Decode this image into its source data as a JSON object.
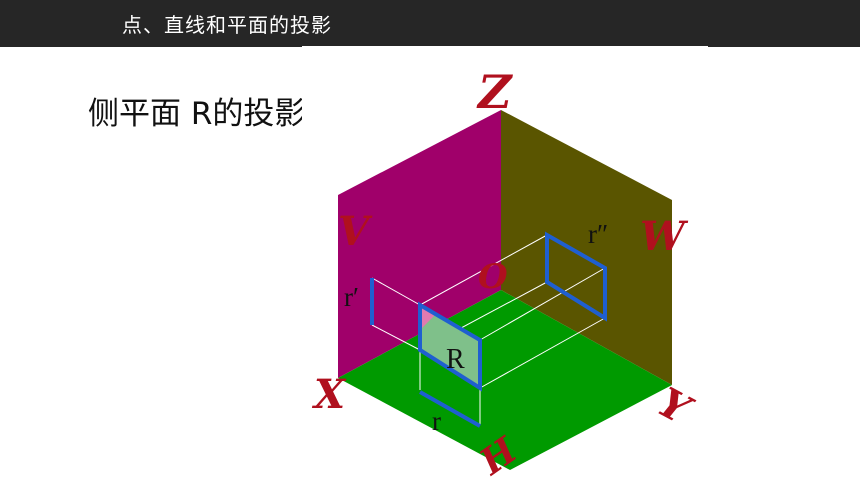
{
  "header": {
    "title": "点、直线和平面的投影"
  },
  "slide": {
    "subtitle": "侧平面 R的投影"
  },
  "diagram": {
    "axes": {
      "z": "Z",
      "x": "X",
      "y": "Y",
      "origin": "O"
    },
    "planes": {
      "v": "V",
      "w": "W",
      "h": "H"
    },
    "projections": {
      "front": "r′",
      "side": "r″",
      "top": "r",
      "object": "R"
    },
    "colors": {
      "accent": "#FDB927",
      "header_bg": "#262626",
      "v_plane": "#A0006A",
      "w_plane": "#5A5500",
      "h_plane": "#009A00",
      "axis_label": "#B0101E",
      "projection_line": "#1F5FD0"
    }
  }
}
